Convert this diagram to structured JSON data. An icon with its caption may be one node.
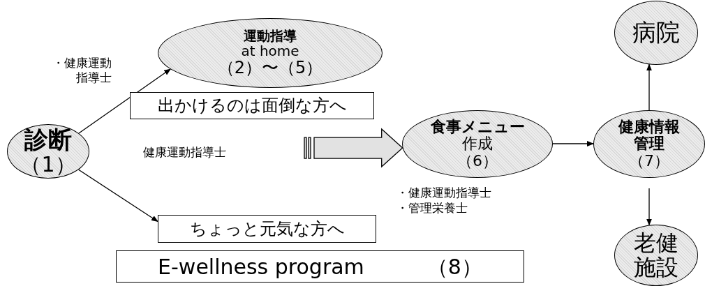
{
  "diagram": {
    "nodes": [
      {
        "text": [
          "診断",
          "（1）"
        ]
      },
      {
        "text": [
          "運動指導",
          "at home",
          "（2）〜（5）"
        ]
      },
      {
        "text": [
          "出かけるのは面倒な方へ"
        ]
      },
      {
        "text": [
          "ちょっと元気な方へ"
        ]
      },
      {
        "text": [
          "E-wellness program",
          "（8）"
        ]
      },
      {
        "text": [
          "食事メニュー",
          "作成",
          "（6）"
        ]
      },
      {
        "text": [
          "健康情報",
          "管理",
          "（7）"
        ]
      },
      {
        "text": [
          "病院"
        ]
      },
      {
        "text": [
          "老健施設"
        ]
      }
    ],
    "edges": [
      {
        "from": 0,
        "to": 1,
        "arrow": "to"
      },
      {
        "from": 0,
        "to": 3,
        "arrow": "to"
      },
      {
        "from": null,
        "to": 5,
        "arrow": "to",
        "style": "thick"
      },
      {
        "from": 5,
        "to": 6,
        "arrow": "to"
      },
      {
        "from": 6,
        "to": 7,
        "arrow": "to"
      },
      {
        "from": 6,
        "to": 8,
        "arrow": "to"
      }
    ],
    "labels": [
      "・健康運動指導士",
      "健康運動指導士",
      "・健康運動指導士",
      "・管理栄養士"
    ]
  }
}
